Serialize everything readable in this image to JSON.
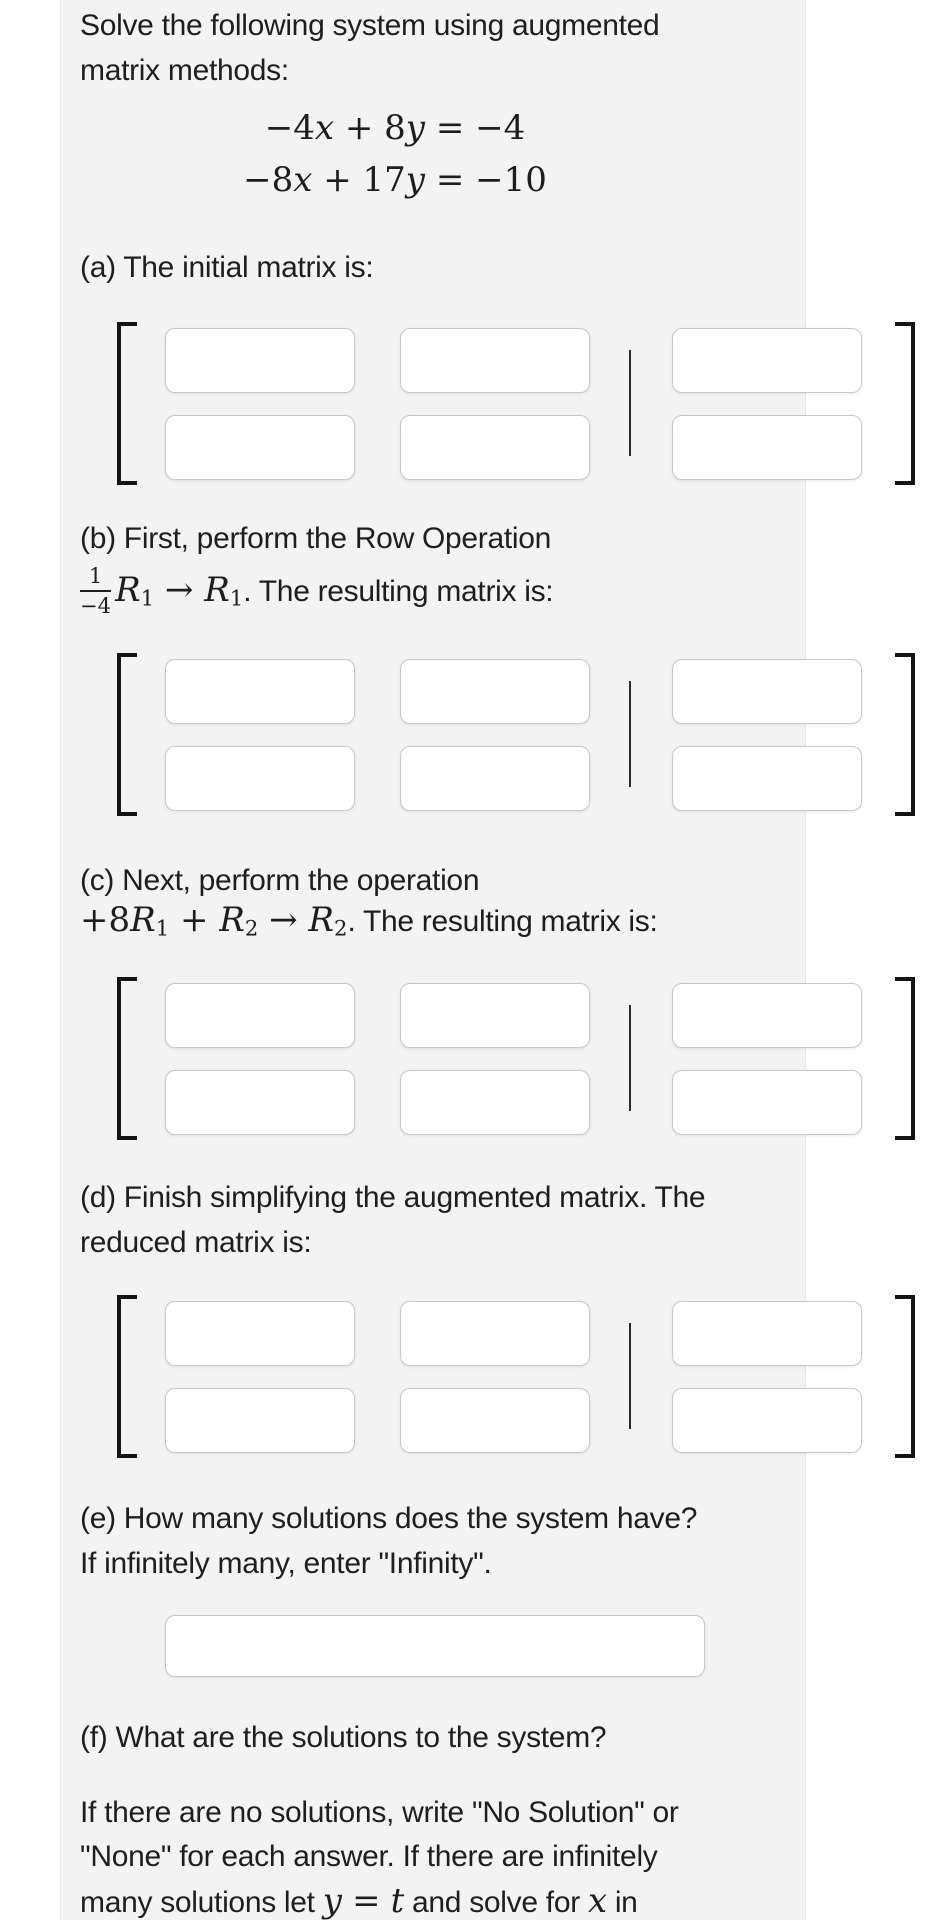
{
  "colors": {
    "page_bg": "#ffffff",
    "panel_bg": "#f3f3f3",
    "text": "#1e1e1e",
    "input_border": "#c8c8c8",
    "bracket": "#141414"
  },
  "title": {
    "line1": "Solve the following system using augmented",
    "line2": "matrix methods:"
  },
  "system": {
    "eq1": [
      {
        "k": "up",
        "t": "−4"
      },
      {
        "k": "it",
        "t": "x"
      },
      {
        "k": "up",
        "t": " + 8"
      },
      {
        "k": "it",
        "t": "y"
      },
      {
        "k": "up",
        "t": " = −4"
      }
    ],
    "eq2": [
      {
        "k": "up",
        "t": "−8"
      },
      {
        "k": "it",
        "t": "x"
      },
      {
        "k": "up",
        "t": " + 17"
      },
      {
        "k": "it",
        "t": "y"
      },
      {
        "k": "up",
        "t": " = −10"
      }
    ]
  },
  "sections": {
    "a": {
      "heading": "(a) The initial matrix is:"
    },
    "b": {
      "line1": "(b) First, perform the Row Operation",
      "line2": [
        {
          "k": "frac",
          "num": "1",
          "den": "−4"
        },
        {
          "k": "it",
          "t": "R"
        },
        {
          "k": "sub",
          "t": "1"
        },
        {
          "k": "up",
          "t": " → "
        },
        {
          "k": "it",
          "t": "R"
        },
        {
          "k": "sub",
          "t": "1"
        },
        {
          "k": "sans",
          "t": ". The resulting matrix is:"
        }
      ]
    },
    "c": {
      "line1": "(c) Next, perform the operation",
      "line2": [
        {
          "k": "up",
          "t": "+8"
        },
        {
          "k": "it",
          "t": "R"
        },
        {
          "k": "sub",
          "t": "1"
        },
        {
          "k": "up",
          "t": " + "
        },
        {
          "k": "it",
          "t": "R"
        },
        {
          "k": "sub",
          "t": "2"
        },
        {
          "k": "up",
          "t": " → "
        },
        {
          "k": "it",
          "t": "R"
        },
        {
          "k": "sub",
          "t": "2"
        },
        {
          "k": "sans",
          "t": ". The resulting matrix is:"
        }
      ]
    },
    "d": {
      "line1": "(d) Finish simplifying the augmented matrix. The",
      "line2": "reduced matrix is:"
    },
    "e": {
      "line1": "(e) How many solutions does the system have?",
      "line2": "If infinitely many, enter \"Infinity\"."
    },
    "f": {
      "heading": "(f) What are the solutions to the system?",
      "para_line1": "If there are no solutions, write \"No Solution\" or",
      "para_line2": "\"None\" for each answer. If there are infinitely",
      "para_line3": [
        {
          "k": "sans",
          "t": "many solutions let "
        },
        {
          "k": "it",
          "t": "y"
        },
        {
          "k": "up",
          "t": " = "
        },
        {
          "k": "it",
          "t": "t"
        },
        {
          "k": "sans",
          "t": " and solve for "
        },
        {
          "k": "it",
          "t": "x"
        },
        {
          "k": "sans",
          "t": " in"
        }
      ]
    }
  },
  "matrices": {
    "rows": 2,
    "cols": 3,
    "augmented": true,
    "ids": [
      "a",
      "b",
      "c",
      "d"
    ]
  }
}
